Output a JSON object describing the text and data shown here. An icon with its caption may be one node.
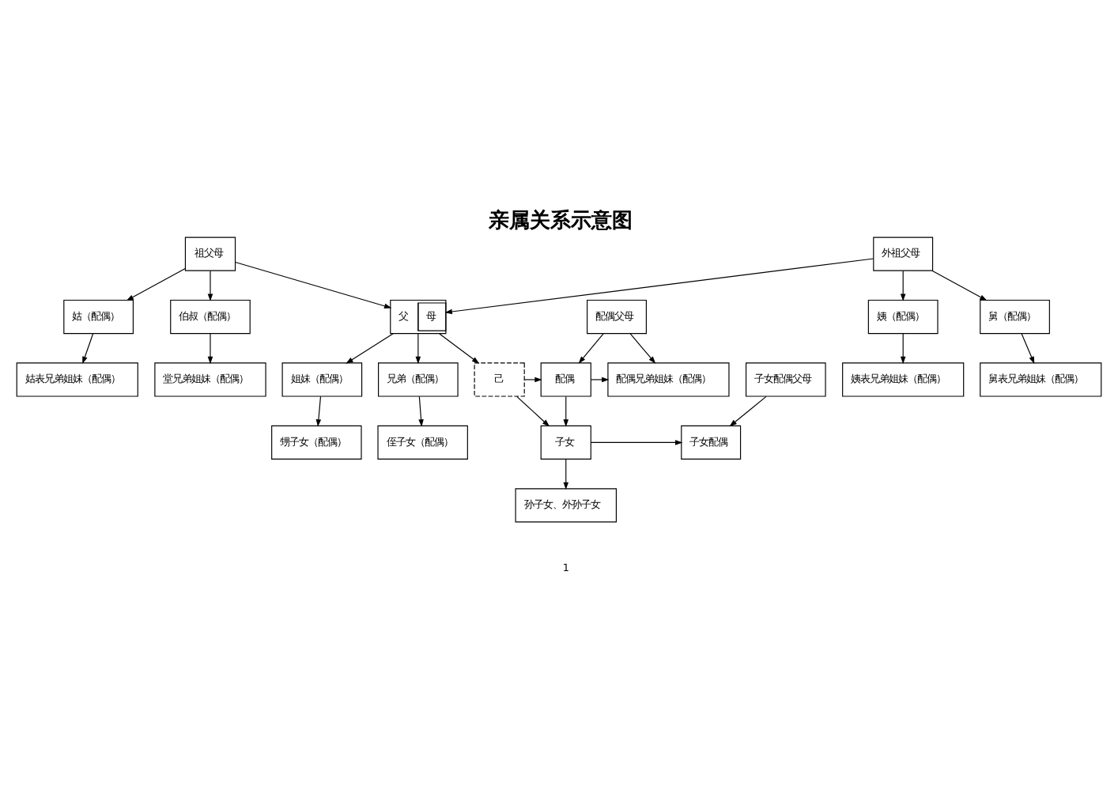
{
  "diagram": {
    "title": "亲属关系示意图",
    "nodes": [
      {
        "text": [
          "祖父母"
        ]
      },
      {
        "text": [
          "外祖父母"
        ]
      },
      {
        "text": [
          "姑（配偶）"
        ]
      },
      {
        "text": [
          "伯叔（配偶）"
        ]
      },
      {
        "text": [
          "配偶父母"
        ]
      },
      {
        "text": [
          "父",
          "母"
        ]
      },
      {
        "text": [
          "姨（配偶）"
        ]
      },
      {
        "text": [
          "舅（配偶）"
        ]
      },
      {
        "text": [
          "姑表兄弟姐妹（配偶）"
        ]
      },
      {
        "text": [
          "堂兄弟姐妹（配偶）"
        ]
      },
      {
        "text": [
          "兄弟（配偶）"
        ]
      },
      {
        "text": [
          "子女配偶父母"
        ]
      },
      {
        "text": [
          "配偶兄弟姐妹（配偶）"
        ]
      },
      {
        "text": [
          "配偶"
        ]
      },
      {
        "text": [
          "己"
        ]
      },
      {
        "text": [
          "姐妹（配偶）"
        ]
      },
      {
        "text": [
          "姨表兄弟姐妹（配偶）"
        ]
      },
      {
        "text": [
          "舅表兄弟姐妹（配偶）"
        ]
      },
      {
        "text": [
          "侄子女（配偶）"
        ]
      },
      {
        "text": [
          "子女配偶"
        ]
      },
      {
        "text": [
          "子女"
        ]
      },
      {
        "text": [
          "甥子女（配偶）"
        ]
      },
      {
        "text": [
          "孙子女、外孙子女"
        ]
      }
    ],
    "edges": [
      {
        "from": 0,
        "to": 2,
        "arrow": "to"
      },
      {
        "from": 0,
        "to": 3,
        "arrow": "to"
      },
      {
        "from": 0,
        "to": 5,
        "arrow": "to"
      },
      {
        "from": 1,
        "to": 5,
        "arrow": "to"
      },
      {
        "from": 1,
        "to": 6,
        "arrow": "to"
      },
      {
        "from": 1,
        "to": 7,
        "arrow": "to"
      },
      {
        "from": 2,
        "to": 8,
        "arrow": "to"
      },
      {
        "from": 3,
        "to": 9,
        "arrow": "to"
      },
      {
        "from": 5,
        "to": 10,
        "arrow": "to"
      },
      {
        "from": 4,
        "to": 12,
        "arrow": "to"
      },
      {
        "from": 4,
        "to": 13,
        "arrow": "to"
      },
      {
        "from": 5,
        "to": 14,
        "arrow": "to"
      },
      {
        "from": 5,
        "to": 15,
        "arrow": "to"
      },
      {
        "from": 6,
        "to": 16,
        "arrow": "to"
      },
      {
        "from": 7,
        "to": 17,
        "arrow": "to"
      },
      {
        "from": 14,
        "to": 13,
        "arrow": "to"
      },
      {
        "from": 13,
        "to": 12,
        "arrow": "to"
      },
      {
        "from": 10,
        "to": 18,
        "arrow": "to"
      },
      {
        "from": 11,
        "to": 19,
        "arrow": "to"
      },
      {
        "from": 13,
        "to": 20,
        "arrow": "to"
      },
      {
        "from": 14,
        "to": 20,
        "arrow": "to"
      },
      {
        "from": 15,
        "to": 21,
        "arrow": "to"
      },
      {
        "from": 20,
        "to": 19,
        "arrow": "to"
      },
      {
        "from": 20,
        "to": 22,
        "arrow": "to"
      }
    ],
    "labels": [
      "1"
    ]
  }
}
